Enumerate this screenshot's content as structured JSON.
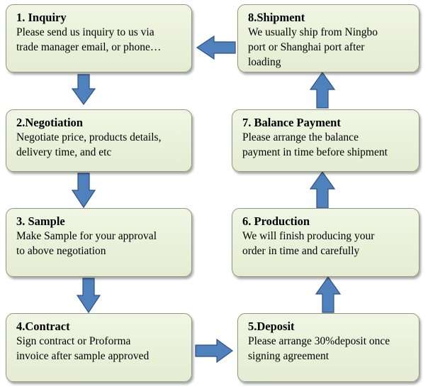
{
  "colors": {
    "box_fill_top": "#f1f5e4",
    "box_fill_bottom": "#e6ecd2",
    "box_border": "#8f9a7b",
    "arrow_fill": "#4f81bd",
    "arrow_stroke": "#2c5283"
  },
  "steps": [
    {
      "title": "1. Inquiry",
      "desc": "Please send us inquiry to us via\ntrade manager email, or phone…"
    },
    {
      "title": "2.Negotiation",
      "desc": "Negotiate price, products details,\ndelivery time, and etc"
    },
    {
      "title": "3. Sample",
      "desc": "Make Sample for your approval\nto above negotiation"
    },
    {
      "title": "4.Contract",
      "desc": "Sign contract or Proforma\ninvoice after sample approved"
    },
    {
      "title": "5.Deposit",
      "desc": "Please arrange 30%deposit once\nsigning agreement"
    },
    {
      "title": "6. Production",
      "desc": "We will finish producing your\norder in time and carefully"
    },
    {
      "title": "7. Balance Payment",
      "desc": "Please arrange the balance\npayment in time before shipment"
    },
    {
      "title": "8.Shipment",
      "desc": "We usually ship from Ningbo\nport or Shanghai port after\nloading"
    }
  ],
  "flow": [
    {
      "from": "1. Inquiry",
      "to": "2.Negotiation",
      "direction": "down"
    },
    {
      "from": "2.Negotiation",
      "to": "3. Sample",
      "direction": "down"
    },
    {
      "from": "3. Sample",
      "to": "4.Contract",
      "direction": "down"
    },
    {
      "from": "4.Contract",
      "to": "5.Deposit",
      "direction": "right"
    },
    {
      "from": "5.Deposit",
      "to": "6. Production",
      "direction": "up"
    },
    {
      "from": "6. Production",
      "to": "7. Balance Payment",
      "direction": "up"
    },
    {
      "from": "7. Balance Payment",
      "to": "8.Shipment",
      "direction": "up"
    },
    {
      "from": "8.Shipment",
      "to": "1. Inquiry",
      "direction": "left"
    }
  ]
}
